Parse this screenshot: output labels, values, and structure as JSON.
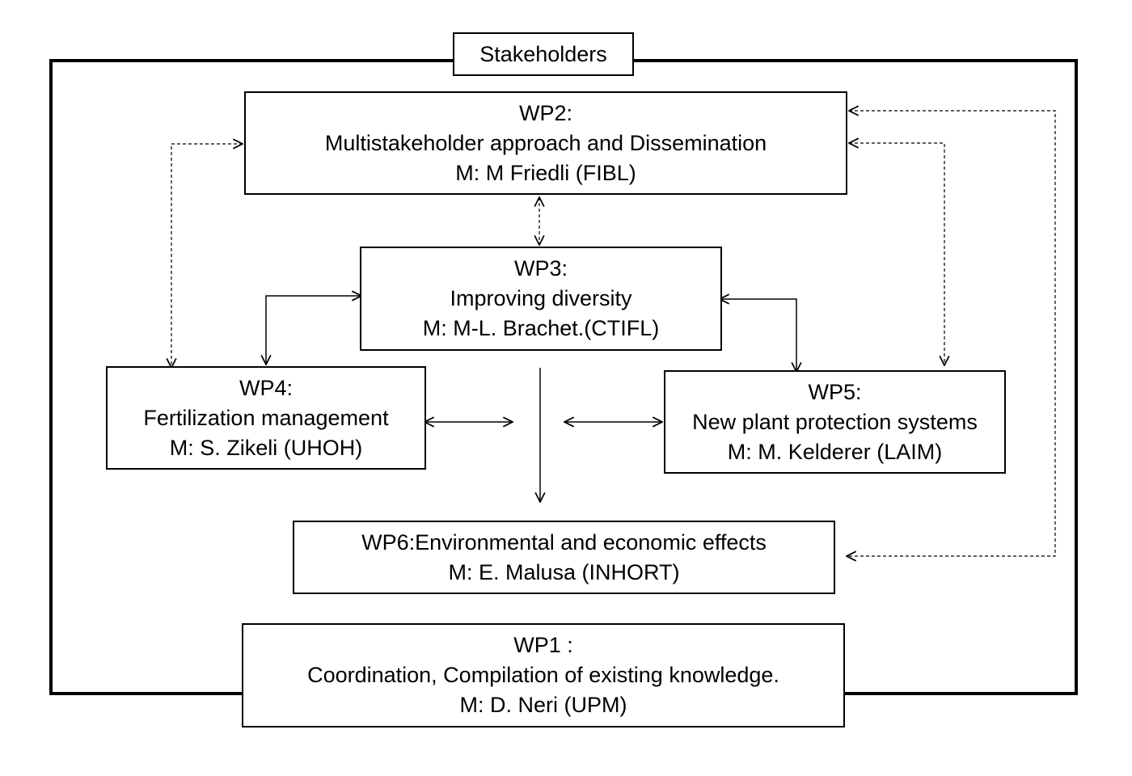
{
  "stakeholders": {
    "label": "Stakeholders"
  },
  "wp2": {
    "lines": [
      "WP2:",
      "Multistakeholder approach and Dissemination",
      "M: M Friedli (FIBL)"
    ]
  },
  "wp3": {
    "lines": [
      "WP3:",
      "Improving diversity",
      "M: M-L. Brachet.(CTIFL)"
    ]
  },
  "wp4": {
    "lines": [
      "WP4:",
      "Fertilization management",
      "M: S. Zikeli (UHOH)"
    ]
  },
  "wp5": {
    "lines": [
      "WP5:",
      "New plant protection systems",
      "M: M. Kelderer (LAIM)"
    ]
  },
  "wp6": {
    "lines": [
      "WP6:Environmental and economic effects",
      "M:  E. Malusa (INHORT)"
    ]
  },
  "wp1": {
    "lines": [
      "WP1 :",
      "Coordination, Compilation of existing knowledge.",
      "M: D. Neri (UPM)"
    ]
  }
}
